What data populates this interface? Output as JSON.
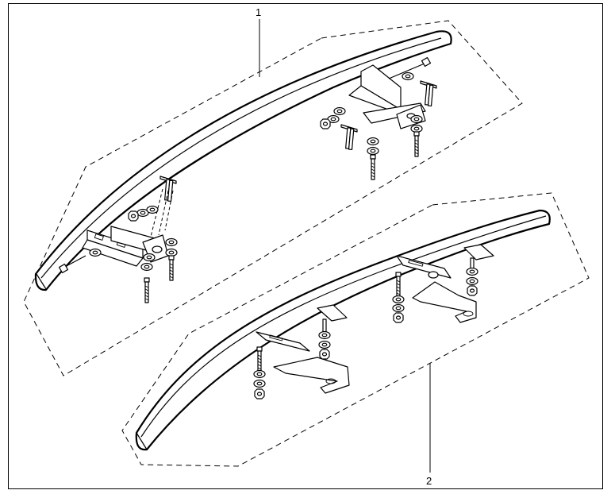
{
  "diagram": {
    "callouts": [
      {
        "id": "1",
        "text": "1"
      },
      {
        "id": "2",
        "text": "2"
      }
    ],
    "colors": {
      "line": "#000000",
      "background": "#ffffff"
    }
  }
}
